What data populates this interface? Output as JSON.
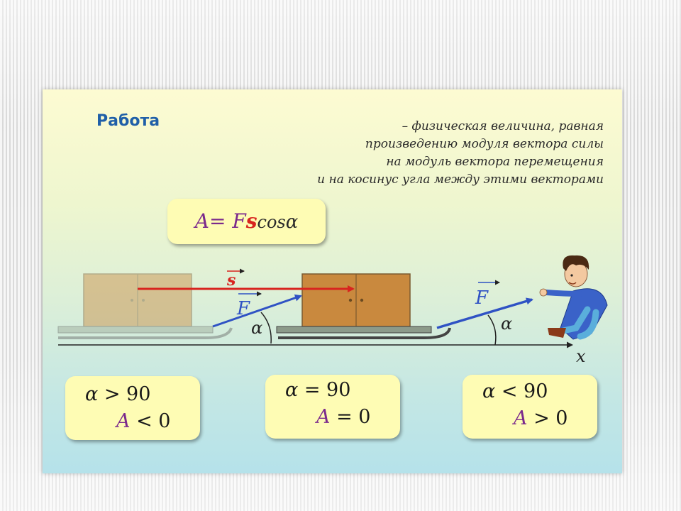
{
  "title": "Работа",
  "definition": [
    "– физическая величина, равная",
    "произведению модуля вектора силы",
    "на модуль вектора перемещения",
    "и на косинус угла между этими векторами"
  ],
  "formula": {
    "a": "A",
    "eq": "=",
    "f": "F",
    "s": "s",
    "cos": "cos",
    "alpha": "α"
  },
  "diagram": {
    "s_label": "s",
    "f_label_left": "F",
    "f_label_right": "F",
    "alpha_left": "α",
    "alpha_right": "α",
    "axis_label": "x"
  },
  "cases": [
    {
      "l1_alpha": "α",
      "l1_rest": " > 90",
      "l2_a": "A",
      "l2_rest": " < 0"
    },
    {
      "l1_alpha": "α",
      "l1_rest": " = 90",
      "l2_a": "A",
      "l2_rest": " = 0"
    },
    {
      "l1_alpha": "α",
      "l1_rest": " < 90",
      "l2_a": "A",
      "l2_rest": " > 0"
    }
  ],
  "colors": {
    "title": "#1f5fa8",
    "displacement_arrow": "#d8241f",
    "force_arrow": "#2f52c4",
    "crate": "#c9893e",
    "box_fill": "#fefcb4"
  }
}
